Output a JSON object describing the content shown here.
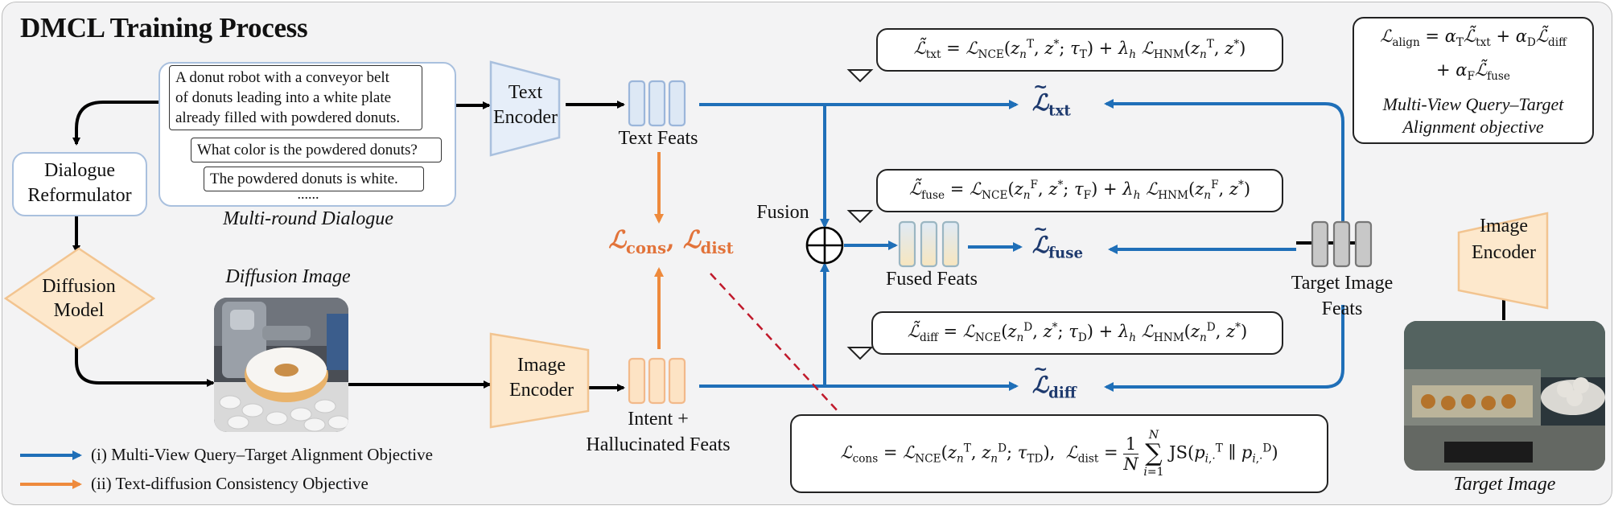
{
  "title": "DMCL Training Process",
  "dialogue": {
    "user_turn_1": [
      "A donut robot with a conveyor belt",
      "of donuts leading into a white plate",
      "already filled with powdered donuts."
    ],
    "bot_turn": "What color is the powdered donuts?",
    "user_turn_2": "The powdered donuts is white.",
    "ellipsis": "......",
    "caption": "Multi-round Dialogue"
  },
  "nodes": {
    "reformulator": [
      "Dialogue",
      "Reformulator"
    ],
    "diffusion_model": [
      "Diffusion",
      "Model"
    ],
    "diffusion_image": "Diffusion Image",
    "text_encoder": [
      "Text",
      "Encoder"
    ],
    "image_encoder_left": [
      "Image",
      "Encoder"
    ],
    "image_encoder_right": [
      "Image",
      "Encoder"
    ],
    "text_feats": "Text Feats",
    "intent_feats": [
      "Intent +",
      "Hallucinated Feats"
    ],
    "fusion": "Fusion",
    "fused_feats": "Fused Feats",
    "target_feats": [
      "Target Image",
      "Feats"
    ],
    "target_image": "Target Image"
  },
  "losses": {
    "txt": "txt",
    "fuse": "fuse",
    "diff": "diff",
    "cons": "cons",
    "dist": "dist"
  },
  "align_box": {
    "caption": [
      "Multi-View Query–Target",
      "Alignment  objective"
    ]
  },
  "legend": {
    "item1": "(i) Multi-View Query–Target Alignment Objective",
    "item2": "(ii) Text-diffusion Consistency Objective"
  },
  "colors": {
    "blue_arrow": "#1f6fb8",
    "orange_arrow": "#ee8a3c",
    "encoder_text_fill": "#e6eef9",
    "encoder_image_fill": "#fde8cc",
    "loss_navy": "#1e3a6e",
    "loss_orange": "#e2733a"
  }
}
